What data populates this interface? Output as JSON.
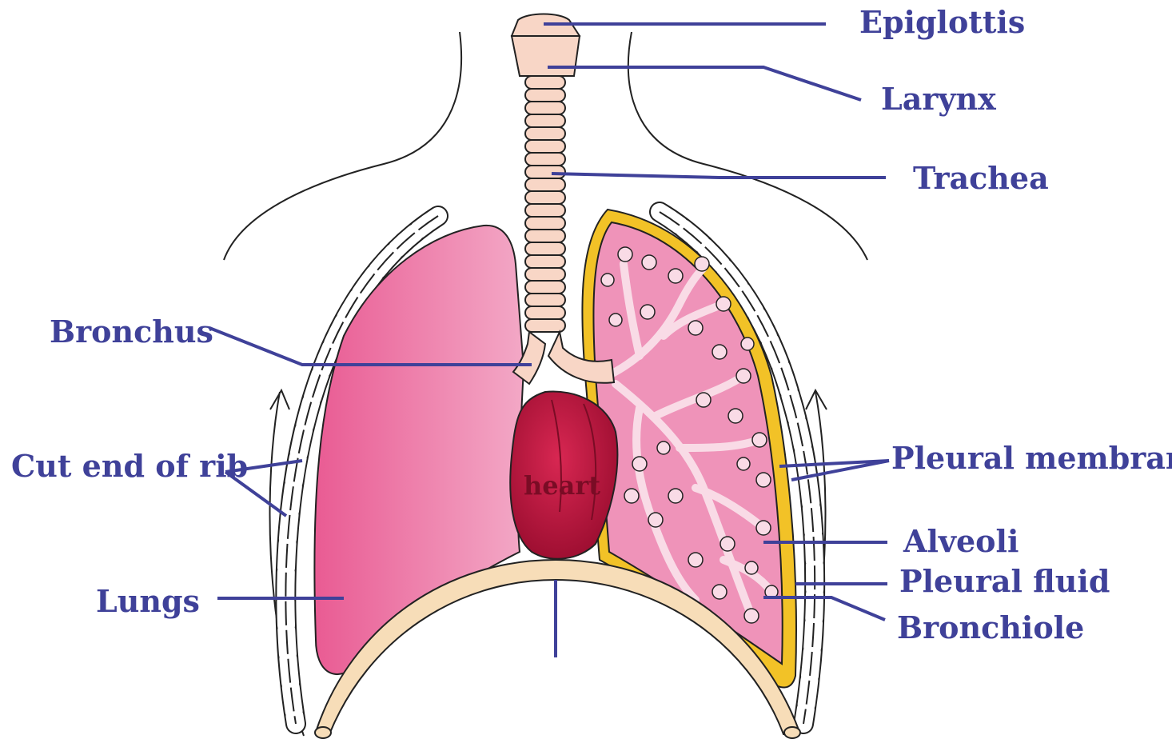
{
  "colors": {
    "label": "#3f4199",
    "leader": "#3f4199",
    "lung": "#ee86b0",
    "lung_inner": "#ef93b9",
    "pleura": "#f2c227",
    "airway": "#f8d6c6",
    "heart": "#c61842",
    "diaphragm": "#f7ddb8",
    "outline": "#1f1f1f"
  },
  "labels": {
    "epiglottis": "Epiglottis",
    "larynx": "Larynx",
    "trachea": "Trachea",
    "bronchus": "Bronchus",
    "cut_end_of_rib": "Cut end of rib",
    "pleural_membrane": "Pleural membrane",
    "alveoli": "Alveoli",
    "pleural_fluid": "Pleural fluid",
    "bronchiole": "Bronchiole",
    "lungs": "Lungs",
    "heart": "heart"
  }
}
